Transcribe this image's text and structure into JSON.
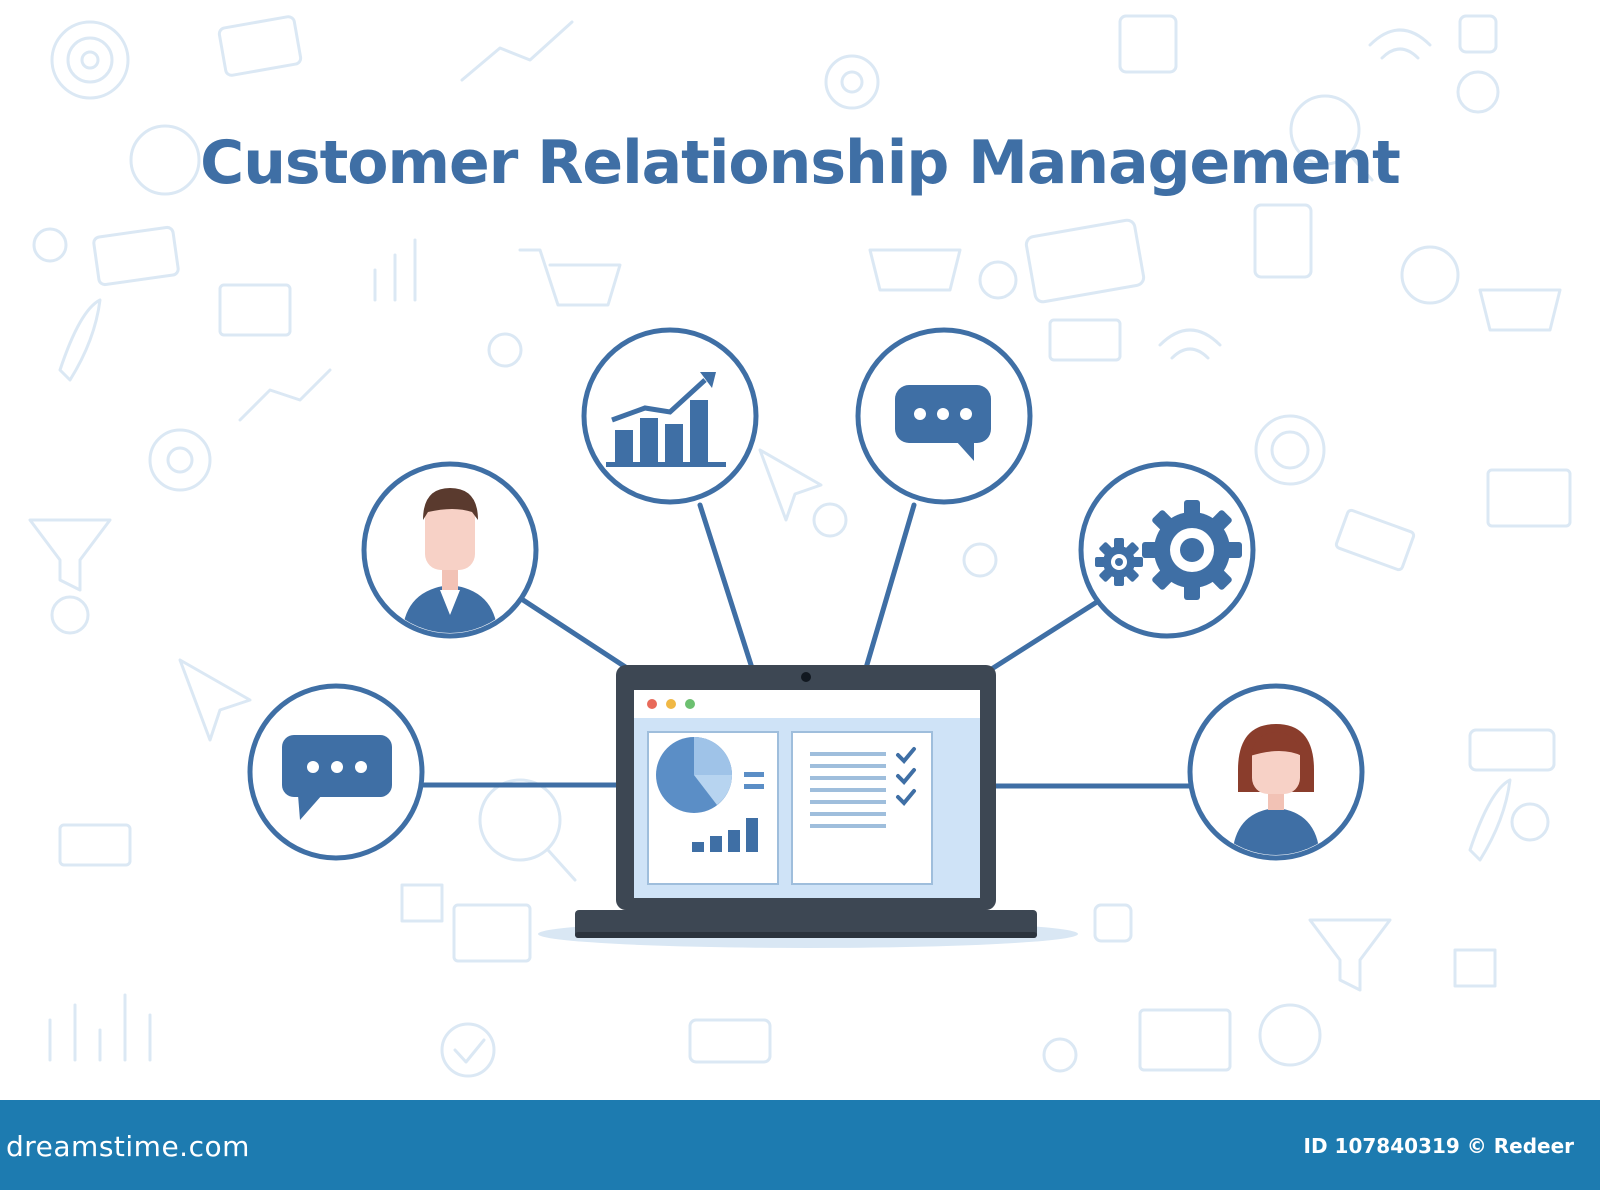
{
  "title": "Customer Relationship Management",
  "footer": {
    "brand": "dreamstime.com",
    "credit": "ID 107840319 © Redeer"
  },
  "colors": {
    "primary": "#3f6fa5",
    "doodle": "#dbe8f4",
    "footer": "#1d7bb0",
    "screen": "#cfe3f7"
  },
  "nodes": [
    {
      "name": "chat-left",
      "icon": "chat-bubble-icon"
    },
    {
      "name": "businessman",
      "icon": "businessman-avatar-icon"
    },
    {
      "name": "growth-chart",
      "icon": "bar-chart-growth-icon"
    },
    {
      "name": "speech",
      "icon": "speech-bubble-icon"
    },
    {
      "name": "settings",
      "icon": "gears-icon"
    },
    {
      "name": "businesswoman",
      "icon": "businesswoman-avatar-icon"
    }
  ],
  "center": {
    "icon": "laptop-dashboard-icon"
  }
}
